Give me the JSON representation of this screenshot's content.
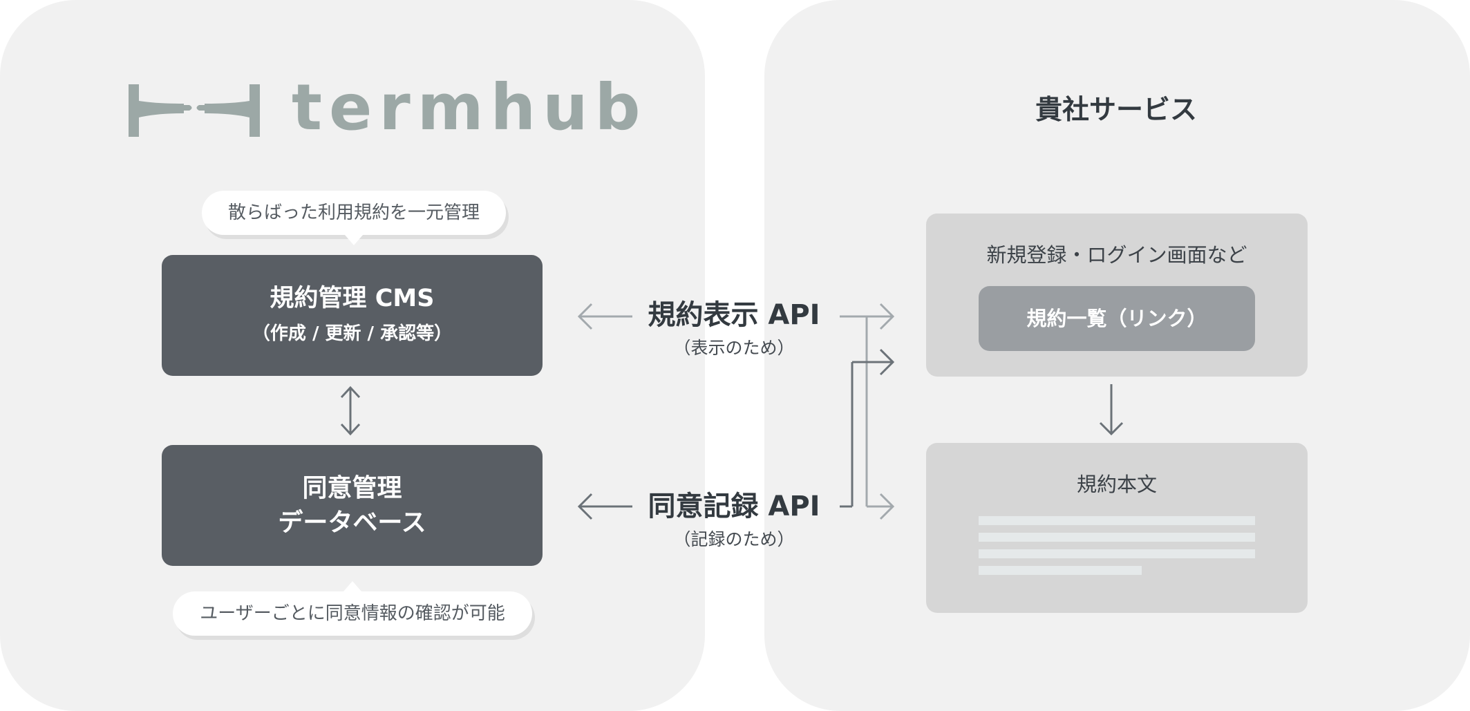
{
  "logo": {
    "text": "termhub"
  },
  "termhub": {
    "bubble_top": "散らばった利用規約を一元管理",
    "cms_box": {
      "title": "規約管理 CMS",
      "subtitle": "（作成 / 更新 / 承認等）"
    },
    "db_box": {
      "line1": "同意管理",
      "line2": "データベース"
    },
    "bubble_bottom": "ユーザーごとに同意情報の確認が可能"
  },
  "apis": [
    {
      "label": "規約表示 API",
      "sub": "（表示のため）"
    },
    {
      "label": "同意記録 API",
      "sub": "（記録のため）"
    }
  ],
  "service": {
    "title": "貴社サービス",
    "signup_box": {
      "title": "新規登録・ログイン画面など",
      "button": "規約一覧（リンク）"
    },
    "body_box": {
      "title": "規約本文"
    }
  },
  "colors": {
    "panel_bg": "#f1f1f1",
    "dark_box": "#595e64",
    "light_box": "#d6d6d6",
    "button_bg": "#9a9ea2",
    "logo": "#9ca8a6",
    "arrow_dark": "#6b7278",
    "arrow_light": "#a3a9ad"
  }
}
